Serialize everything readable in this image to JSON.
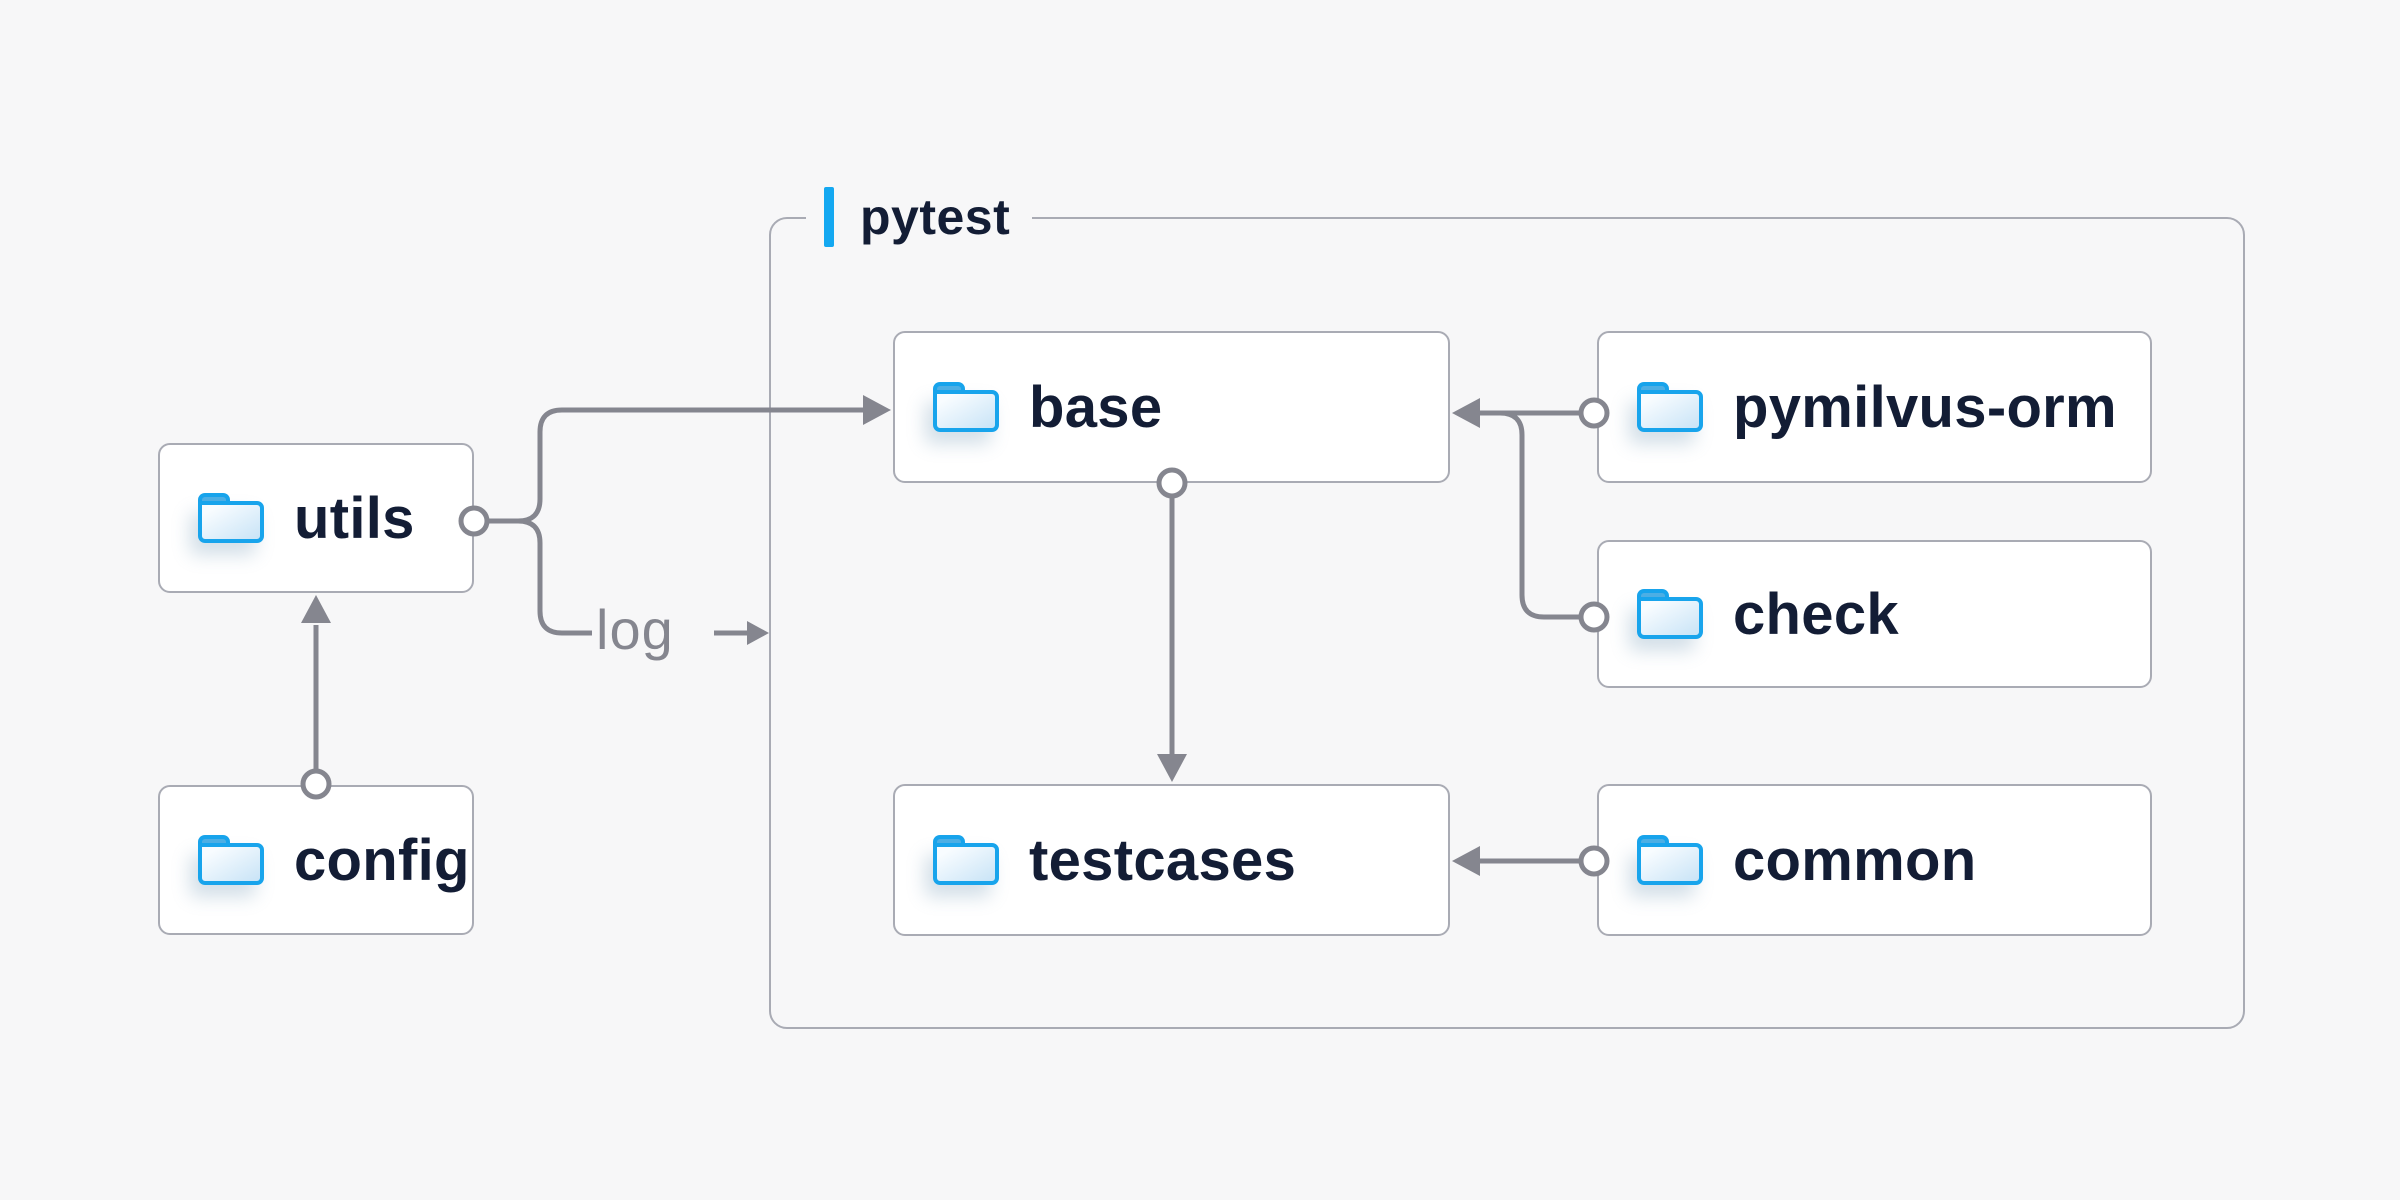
{
  "diagram": {
    "container": {
      "label": "pytest"
    },
    "nodes": {
      "utils": {
        "label": "utils",
        "icon": "folder-icon"
      },
      "config": {
        "label": "config",
        "icon": "folder-icon"
      },
      "base": {
        "label": "base",
        "icon": "folder-icon"
      },
      "pymilvus_orm": {
        "label": "pymilvus-orm",
        "icon": "folder-icon"
      },
      "check": {
        "label": "check",
        "icon": "folder-icon"
      },
      "testcases": {
        "label": "testcases",
        "icon": "folder-icon"
      },
      "common": {
        "label": "common",
        "icon": "folder-icon"
      }
    },
    "edges": [
      {
        "from": "config",
        "to": "utils",
        "label": ""
      },
      {
        "from": "utils",
        "to": "base",
        "label": ""
      },
      {
        "from": "utils",
        "to": "pytest",
        "label": "log"
      },
      {
        "from": "pymilvus-orm",
        "to": "base",
        "label": ""
      },
      {
        "from": "check",
        "to": "base",
        "label": ""
      },
      {
        "from": "base",
        "to": "testcases",
        "label": ""
      },
      {
        "from": "common",
        "to": "testcases",
        "label": ""
      }
    ],
    "edge_label": "log",
    "colors": {
      "background": "#f7f7f8",
      "node_fill": "#ffffff",
      "node_border": "#a9abb4",
      "connector": "#85868f",
      "label_text": "#131d35",
      "edge_label_text": "#85868f",
      "accent_blue": "#14a8f1",
      "folder_outline": "#18a4ec",
      "folder_tab": "#4db0e6"
    }
  }
}
